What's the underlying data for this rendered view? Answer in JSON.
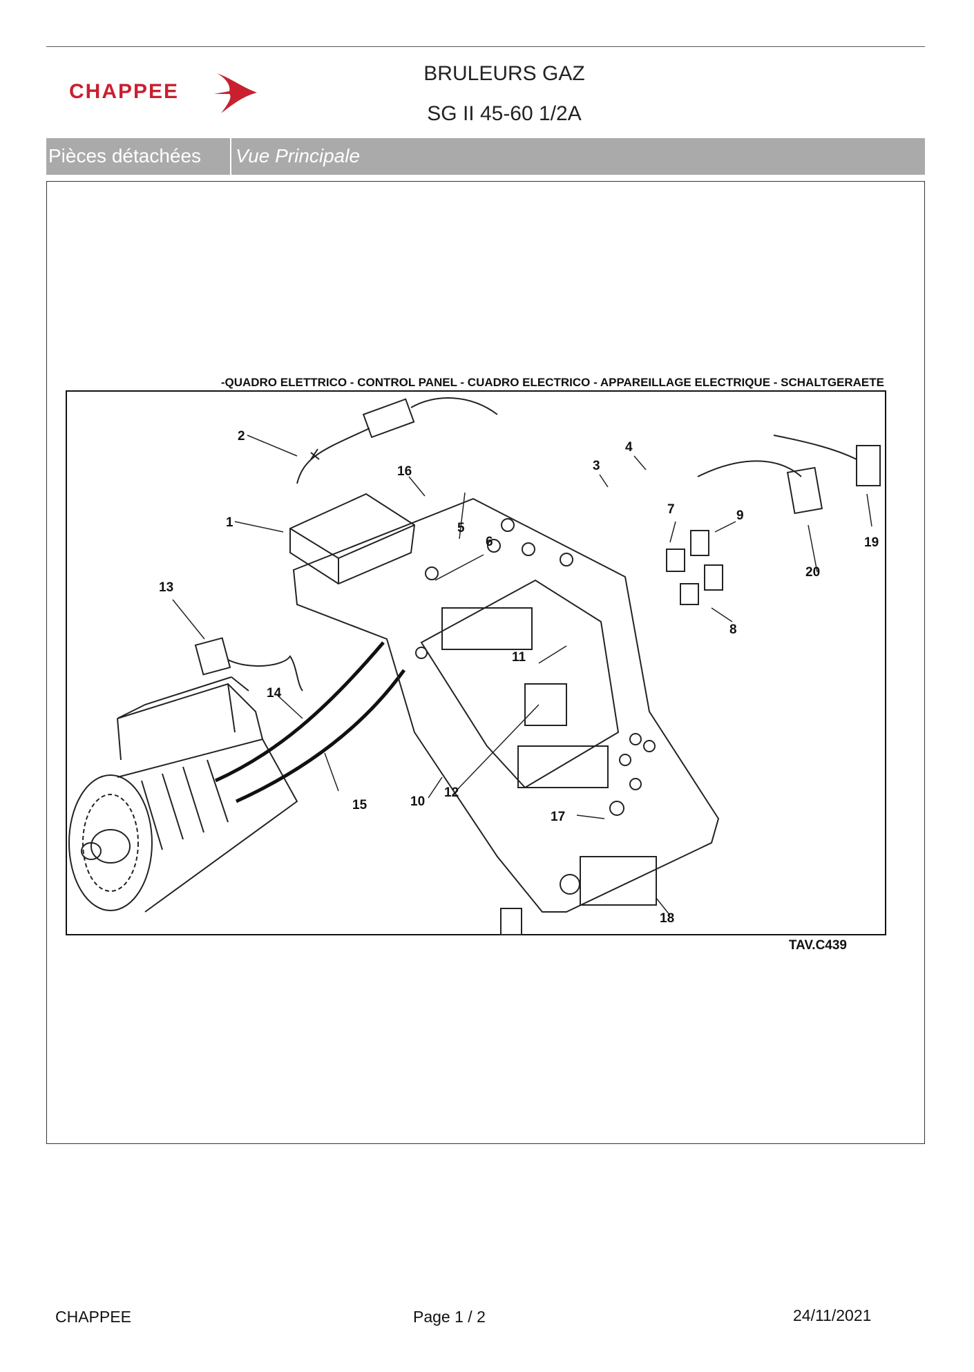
{
  "brand": {
    "name": "CHAPPEE",
    "color": "#c8202f"
  },
  "header": {
    "title": "BRULEURS GAZ",
    "subtitle": "SG II 45-60 1/2A"
  },
  "section_bar": {
    "left_label": "Pièces détachées",
    "right_label": "Vue Principale",
    "color": "#aaaaaa"
  },
  "diagram": {
    "heading": "-QUADRO ELETTRICO - CONTROL PANEL - CUADRO ELECTRICO - APPAREILLAGE ELECTRIQUE - SCHALTGERAETE",
    "reference": "TAV.C439",
    "callouts": [
      "1",
      "2",
      "3",
      "4",
      "5",
      "6",
      "7",
      "8",
      "9",
      "10",
      "11",
      "12",
      "13",
      "14",
      "15",
      "16",
      "17",
      "18",
      "19",
      "20"
    ]
  },
  "footer": {
    "company": "CHAPPEE",
    "page": "Page   1  /  2",
    "date": "24/11/2021"
  }
}
